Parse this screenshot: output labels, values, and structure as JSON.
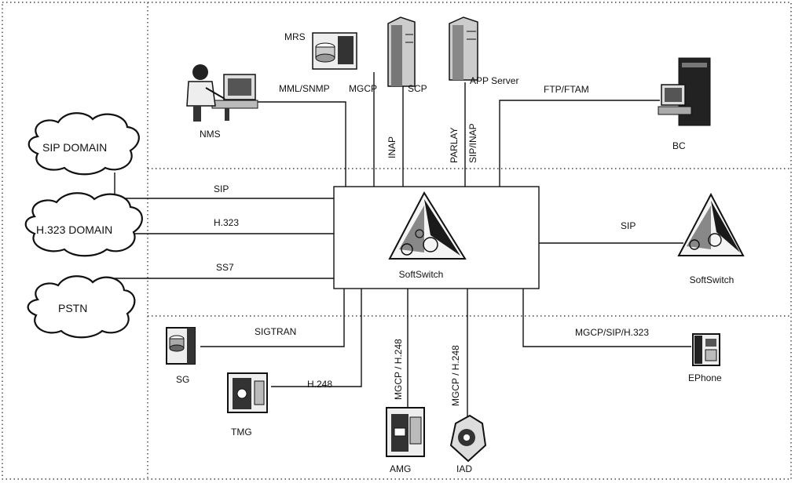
{
  "nodes": {
    "softswitch_center": "SoftSwitch",
    "softswitch_peer": "SoftSwitch",
    "nms": "NMS",
    "mrs": "MRS",
    "scp": "SCP",
    "app_server": "APP Server",
    "bc": "BC",
    "sg": "SG",
    "tmg": "TMG",
    "amg": "AMG",
    "iad": "IAD",
    "ephone": "EPhone"
  },
  "domains": {
    "sip": "SIP DOMAIN",
    "h323": "H.323 DOMAIN",
    "pstn": "PSTN"
  },
  "links": {
    "mml_snmp": "MML/SNMP",
    "mgcp_mrs": "MGCP",
    "inap": "INAP",
    "parlay": "PARLAY",
    "sip_inap": "SIP/INAP",
    "ftp_ftam": "FTP/FTAM",
    "sip_domain": "SIP",
    "h323": "H.323",
    "ss7": "SS7",
    "sip_peer": "SIP",
    "sigtran": "SIGTRAN",
    "h248_tmg": "H.248",
    "mgcp_h248_amg": "MGCP / H.248",
    "mgcp_h248_iad": "MGCP / H.248",
    "mgcp_sip_h323": "MGCP/SIP/H.323"
  }
}
